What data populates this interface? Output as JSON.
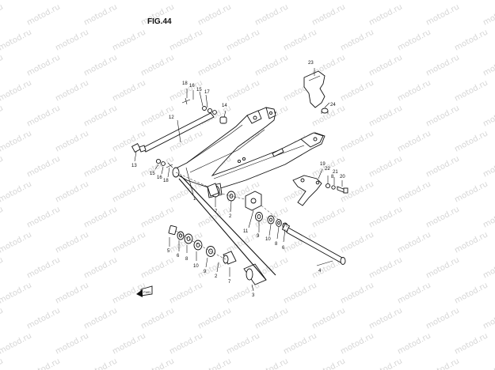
{
  "figure": {
    "title": "FIG.44"
  },
  "watermark": {
    "text": "motod.ru"
  },
  "front_marker": {
    "text": "FWD"
  },
  "callouts": [
    {
      "id": "c23",
      "text": "23"
    },
    {
      "id": "c24",
      "text": "24"
    },
    {
      "id": "c18a",
      "text": "18"
    },
    {
      "id": "c16a",
      "text": "16"
    },
    {
      "id": "c15a",
      "text": "15"
    },
    {
      "id": "c17",
      "text": "17"
    },
    {
      "id": "c14",
      "text": "14"
    },
    {
      "id": "c12",
      "text": "12"
    },
    {
      "id": "c13",
      "text": "13"
    },
    {
      "id": "c15b",
      "text": "15"
    },
    {
      "id": "c16b",
      "text": "16"
    },
    {
      "id": "c18b",
      "text": "18"
    },
    {
      "id": "c1",
      "text": "1"
    },
    {
      "id": "c7a",
      "text": "7"
    },
    {
      "id": "c2a",
      "text": "2"
    },
    {
      "id": "c11",
      "text": "11"
    },
    {
      "id": "c9a",
      "text": "9"
    },
    {
      "id": "c10",
      "text": "10"
    },
    {
      "id": "c8a",
      "text": "8"
    },
    {
      "id": "c6a",
      "text": "6"
    },
    {
      "id": "c19",
      "text": "19"
    },
    {
      "id": "c22",
      "text": "22"
    },
    {
      "id": "c21",
      "text": "21"
    },
    {
      "id": "c20",
      "text": "20"
    },
    {
      "id": "c8b",
      "text": "8"
    },
    {
      "id": "c4",
      "text": "4"
    },
    {
      "id": "c5",
      "text": "5"
    },
    {
      "id": "c6b",
      "text": "6"
    },
    {
      "id": "c8c",
      "text": "8"
    },
    {
      "id": "c10b",
      "text": "10"
    },
    {
      "id": "c9b",
      "text": "9"
    },
    {
      "id": "c2b",
      "text": "2"
    },
    {
      "id": "c7b",
      "text": "7"
    },
    {
      "id": "c3",
      "text": "3"
    }
  ]
}
